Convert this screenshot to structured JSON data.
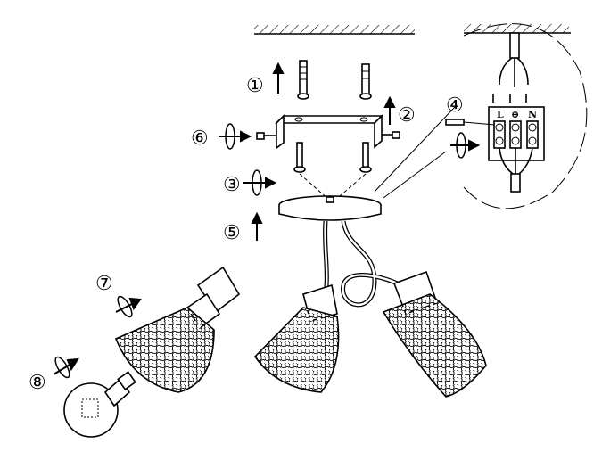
{
  "steps": [
    "①",
    "②",
    "③",
    "④",
    "⑤",
    "⑥",
    "⑦",
    "⑧"
  ],
  "terminals": {
    "live": "L",
    "earth": "⊕",
    "neutral": "N"
  },
  "colors": {
    "line": "#000000",
    "background": "#ffffff"
  }
}
